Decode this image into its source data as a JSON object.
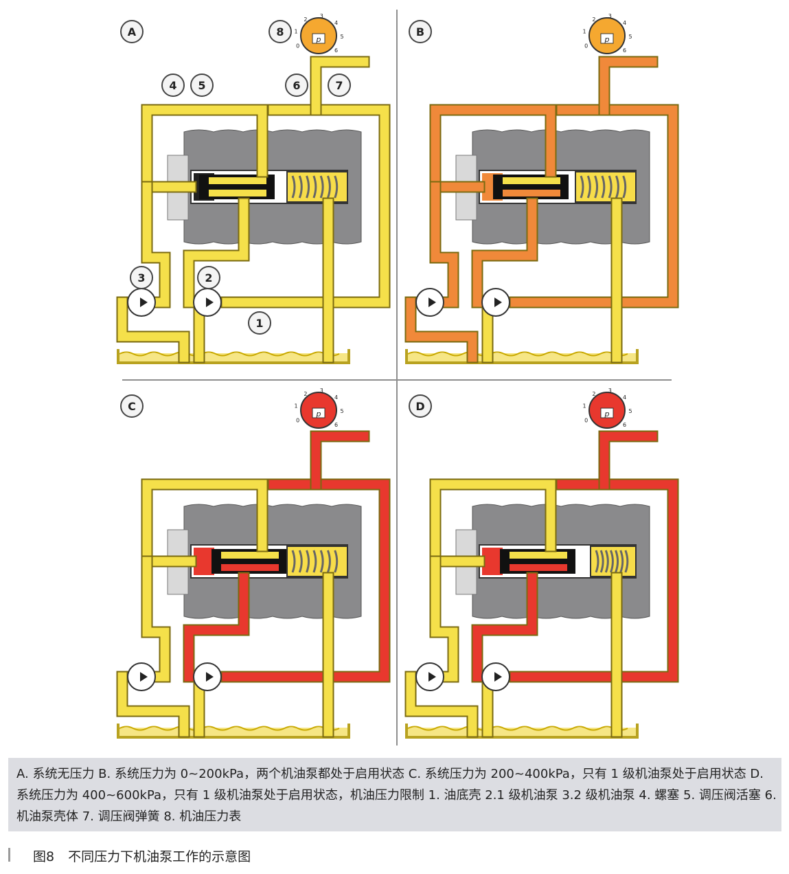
{
  "panels": [
    {
      "letter": "A",
      "mode": "A"
    },
    {
      "letter": "B",
      "mode": "B"
    },
    {
      "letter": "C",
      "mode": "C"
    },
    {
      "letter": "D",
      "mode": "D"
    }
  ],
  "callouts": [
    "1",
    "2",
    "3",
    "4",
    "5",
    "6",
    "7",
    "8"
  ],
  "gauge": {
    "symbol": "p",
    "ticks": [
      "0",
      "1",
      "2",
      "3",
      "4",
      "5",
      "6"
    ]
  },
  "caption": "A. 系统无压力 B. 系统压力为 0~200kPa，两个机油泵都处于启用状态 C. 系统压力为 200~400kPa，只有 1 级机油泵处于启用状态 D. 系统压力为 400~600kPa，只有 1 级机油泵处于启用状态，机油压力限制 1. 油底壳 2.1 级机油泵 3.2 级机油泵 4. 螺塞 5. 调压阀活塞 6. 机油泵壳体 7. 调压阀弹簧 8. 机油压力表",
  "figure": {
    "label": "图8",
    "title": "不同压力下机油泵工作的示意图"
  },
  "colors": {
    "yellow": "#f5e04a",
    "orange": "#f0893a",
    "red": "#e8382e",
    "gray": "#8a8a8c",
    "background": "#ffffff"
  }
}
